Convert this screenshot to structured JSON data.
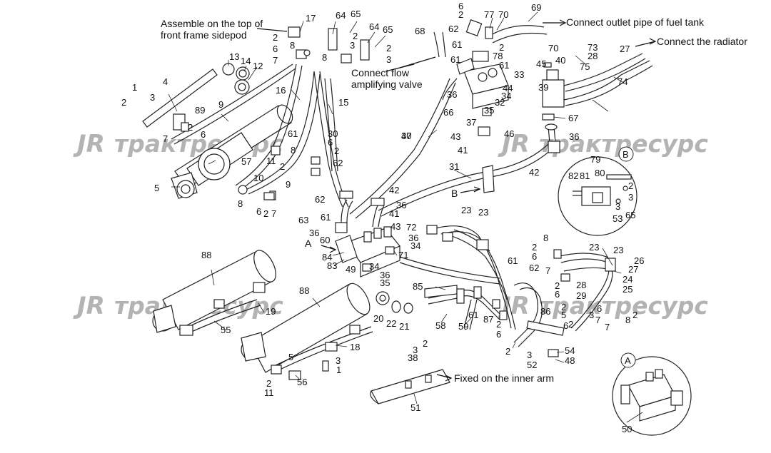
{
  "notes": {
    "assemble_top": "Assemble on the top of",
    "assemble_top2": "front frame sidepod",
    "flow_valve": "Connect flow",
    "flow_valve2": "amplifying valve",
    "fuel_tank": "Connect outlet pipe of fuel tank",
    "radiator": "Connect the radiator",
    "inner_arm": "Fixed on the inner arm"
  },
  "view_labels": {
    "a": "A",
    "b": "B",
    "a_detail": "A",
    "b_detail": "B",
    "a_main": "A",
    "b_main": "B"
  },
  "watermark": {
    "logo": "JR",
    "text": "трактресурс"
  },
  "callouts": [
    "17",
    "64",
    "65",
    "2",
    "3",
    "64",
    "65",
    "2",
    "3",
    "6",
    "2",
    "77",
    "70",
    "69",
    "68",
    "62",
    "61",
    "2",
    "70",
    "73",
    "28",
    "27",
    "75",
    "74",
    "2",
    "6",
    "7",
    "8",
    "8",
    "13",
    "14",
    "12",
    "1",
    "3",
    "4",
    "2",
    "89",
    "9",
    "16",
    "15",
    "61",
    "78",
    "61",
    "33",
    "45",
    "40",
    "39",
    "44",
    "34",
    "36",
    "32",
    "35",
    "37",
    "66",
    "67",
    "43",
    "46",
    "36",
    "41",
    "47",
    "30",
    "6",
    "2",
    "62",
    "61",
    "8",
    "2",
    "7",
    "6",
    "57",
    "2",
    "11",
    "10",
    "9",
    "8",
    "6",
    "2",
    "7",
    "62",
    "63",
    "61",
    "36",
    "60",
    "84",
    "83",
    "49",
    "5",
    "43",
    "72",
    "36",
    "34",
    "71",
    "34",
    "36",
    "35",
    "42",
    "36",
    "41",
    "31",
    "42",
    "30",
    "79",
    "82",
    "81",
    "80",
    "2",
    "3",
    "3",
    "53",
    "65",
    "23",
    "23",
    "8",
    "2",
    "6",
    "62",
    "61",
    "7",
    "2",
    "6",
    "28",
    "29",
    "23",
    "23",
    "26",
    "27",
    "24",
    "25",
    "88",
    "19",
    "55",
    "88",
    "20",
    "22",
    "21",
    "18",
    "85",
    "58",
    "59",
    "61",
    "87",
    "2",
    "6",
    "86",
    "2",
    "5",
    "2",
    "6",
    "7",
    "7",
    "8",
    "2",
    "6",
    "3",
    "5",
    "56",
    "11",
    "2",
    "3",
    "1",
    "2",
    "3",
    "38",
    "51",
    "2",
    "3",
    "52",
    "54",
    "48",
    "50"
  ]
}
